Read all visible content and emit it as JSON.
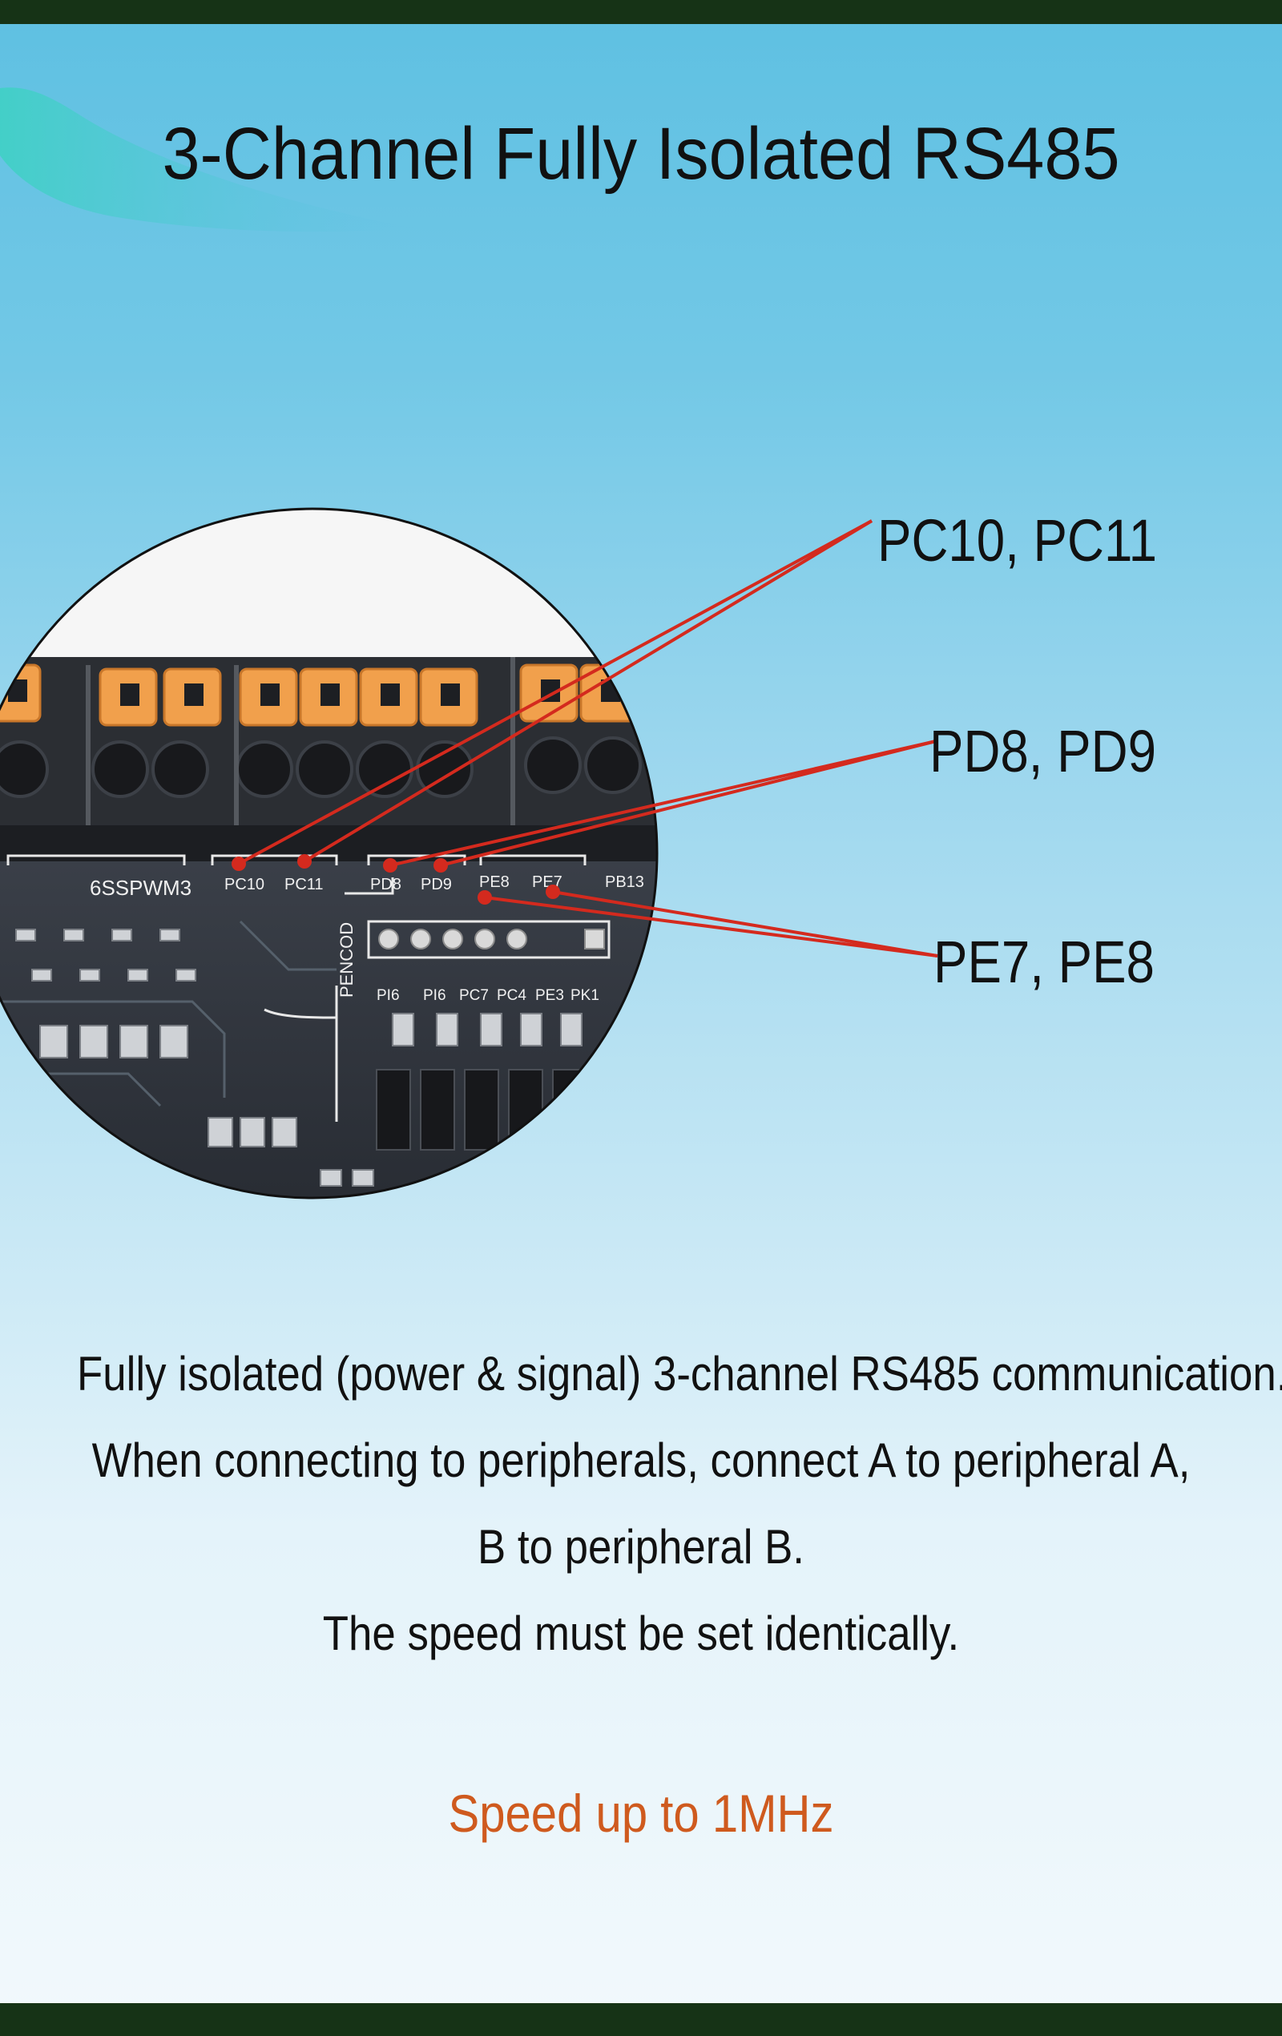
{
  "title": "3-Channel Fully Isolated RS485",
  "callouts": {
    "pc": "PC10, PC11",
    "pd": "PD8, PD9",
    "pe": "PE7, PE8"
  },
  "board": {
    "silk_left": "6SSPWM3",
    "silk_vertical": "PENCOD",
    "pins": [
      "PC10",
      "PC11",
      "PD8",
      "PD9",
      "PE8",
      "PE7",
      "PB13"
    ],
    "lower_pins": [
      "PI6",
      "PI6",
      "PC7",
      "PC4",
      "PE3",
      "PK1"
    ]
  },
  "description": [
    "Fully isolated (power & signal) 3-channel RS485 communication.",
    "When connecting to peripherals, connect A to peripheral A,",
    "B to peripheral B.",
    "The speed must be set identically."
  ],
  "speed": "Speed up to 1MHz",
  "colors": {
    "band": "#163316",
    "accent_line": "#d42a1e",
    "speed_text": "#cf5a1e",
    "terminal_orange": "#f1a04c"
  }
}
